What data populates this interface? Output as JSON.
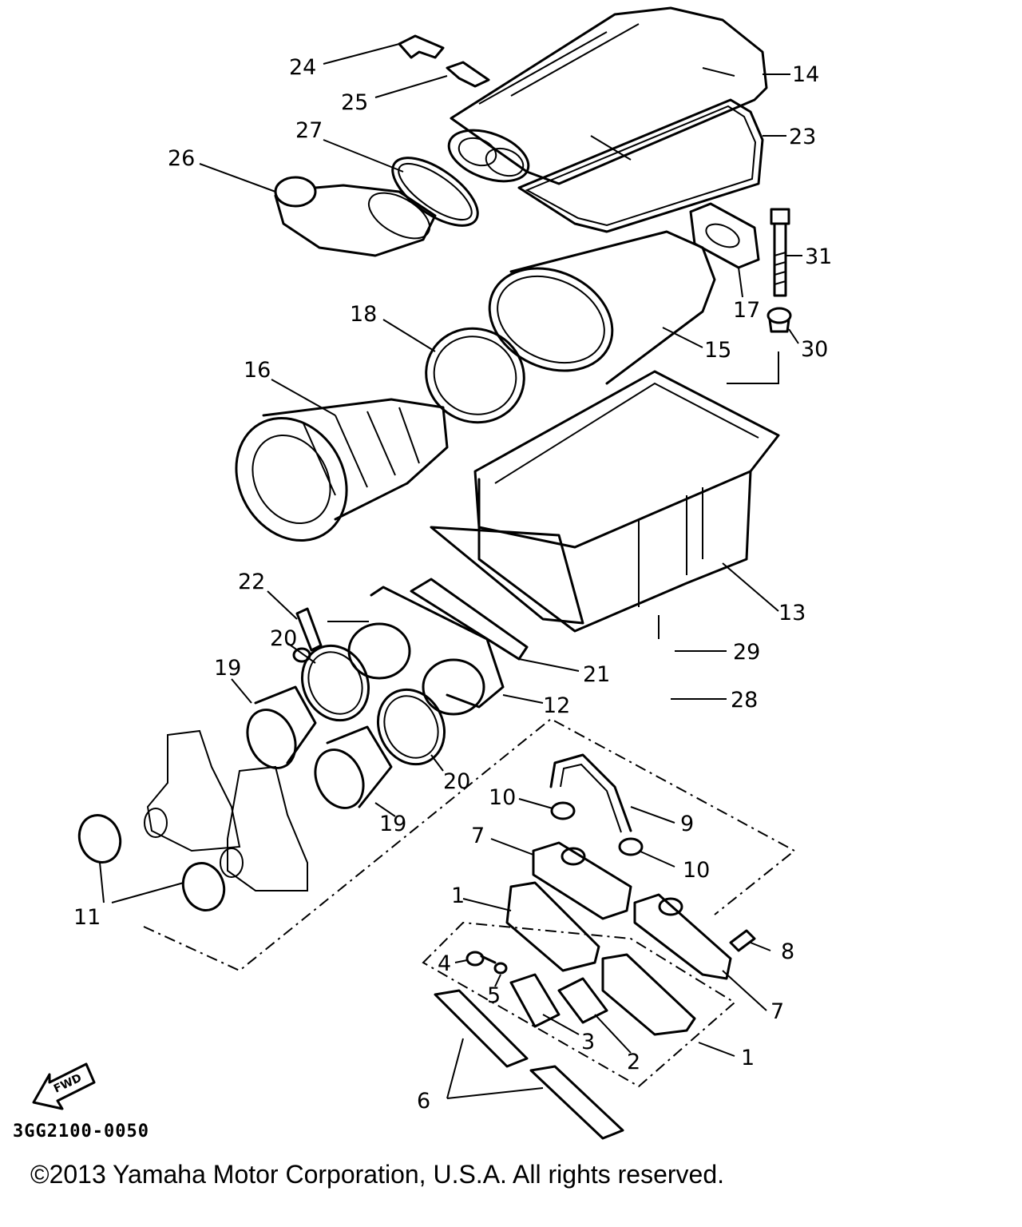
{
  "diagram": {
    "callouts": [
      {
        "id": "24",
        "text": "24"
      },
      {
        "id": "25",
        "text": "25"
      },
      {
        "id": "14",
        "text": "14"
      },
      {
        "id": "27",
        "text": "27"
      },
      {
        "id": "23",
        "text": "23"
      },
      {
        "id": "26",
        "text": "26"
      },
      {
        "id": "31",
        "text": "31"
      },
      {
        "id": "17",
        "text": "17"
      },
      {
        "id": "18",
        "text": "18"
      },
      {
        "id": "15",
        "text": "15"
      },
      {
        "id": "30",
        "text": "30"
      },
      {
        "id": "16",
        "text": "16"
      },
      {
        "id": "22",
        "text": "22"
      },
      {
        "id": "13",
        "text": "13"
      },
      {
        "id": "20a",
        "text": "20"
      },
      {
        "id": "29",
        "text": "29"
      },
      {
        "id": "19a",
        "text": "19"
      },
      {
        "id": "21",
        "text": "21"
      },
      {
        "id": "12",
        "text": "12"
      },
      {
        "id": "28",
        "text": "28"
      },
      {
        "id": "20b",
        "text": "20"
      },
      {
        "id": "10a",
        "text": "10"
      },
      {
        "id": "9",
        "text": "9"
      },
      {
        "id": "19b",
        "text": "19"
      },
      {
        "id": "7a",
        "text": "7"
      },
      {
        "id": "10b",
        "text": "10"
      },
      {
        "id": "11",
        "text": "11"
      },
      {
        "id": "1a",
        "text": "1"
      },
      {
        "id": "8",
        "text": "8"
      },
      {
        "id": "4",
        "text": "4"
      },
      {
        "id": "5",
        "text": "5"
      },
      {
        "id": "7b",
        "text": "7"
      },
      {
        "id": "3",
        "text": "3"
      },
      {
        "id": "2",
        "text": "2"
      },
      {
        "id": "1b",
        "text": "1"
      },
      {
        "id": "6",
        "text": "6"
      }
    ],
    "fwd_label": "FWD",
    "reference_code": "3GG2100-0050"
  },
  "footer": {
    "copyright": "©2013 Yamaha Motor Corporation, U.S.A. All rights reserved."
  }
}
